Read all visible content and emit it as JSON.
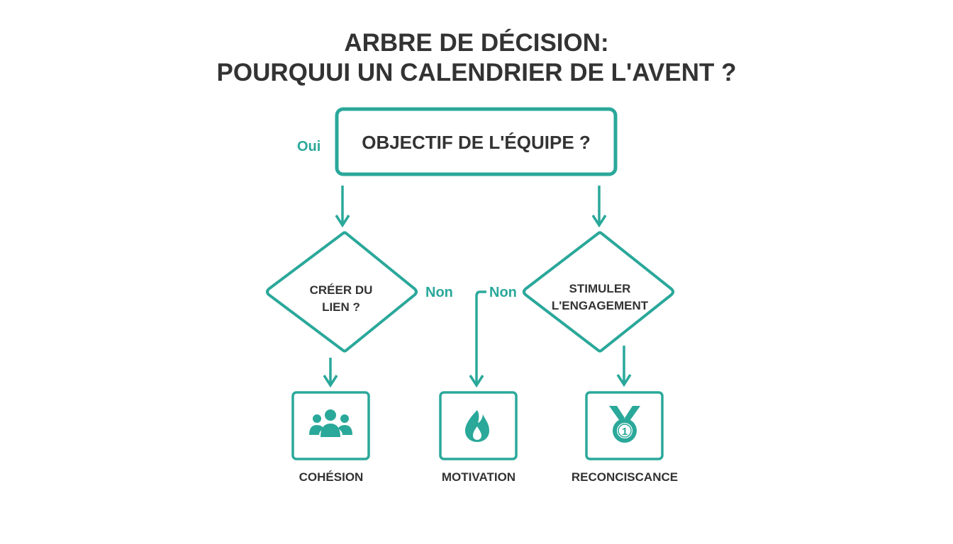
{
  "title": {
    "line1": "ARBRE DE DÉCISION:",
    "line2": "POURQUUI UN CALENDRIER DE L'AVENT ?"
  },
  "colors": {
    "accent": "#2aa89a",
    "text": "#333333",
    "background": "#ffffff"
  },
  "root": {
    "label": "OBJECTIF DE L'ÉQUIPE ?"
  },
  "labels": {
    "oui": "Oui",
    "non_left": "Non",
    "non_right": "Non"
  },
  "decisions": {
    "left": {
      "line1": "CRÉER DU",
      "line2": "LIEN ?"
    },
    "right": {
      "line1": "STIMULER",
      "line2": "L'ENGAGEMENT"
    }
  },
  "outcomes": [
    {
      "label": "COHÉSION",
      "icon": "group-icon"
    },
    {
      "label": "MOTIVATION",
      "icon": "flame-icon"
    },
    {
      "label": "RECONCISCANCE",
      "icon": "medal-icon"
    }
  ]
}
